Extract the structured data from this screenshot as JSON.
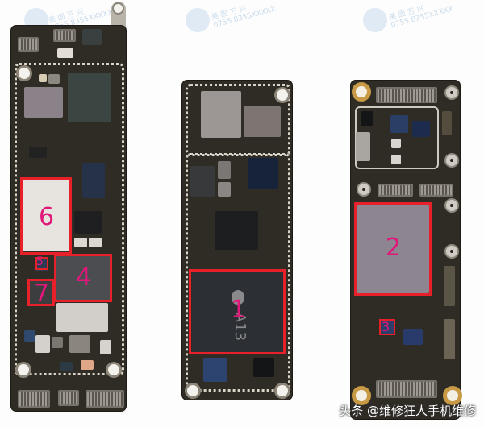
{
  "image": {
    "description": "Three iPhone logic board layers (photo) with red annotation boxes and numeric labels",
    "background_color": "#fdfdfd",
    "annotation_color": "#e8202a",
    "label_color": "#e0187a"
  },
  "watermarks": [
    {
      "text_line1": "美 固 万 兴",
      "text_line2": "0755 8355XXXXX",
      "position": "top-left"
    },
    {
      "text_line1": "美 固 万 兴",
      "text_line2": "0755 8355XXXXX",
      "position": "top-center"
    },
    {
      "text_line1": "美 固 万 兴",
      "text_line2": "0755 8355XXXXX",
      "position": "top-right"
    }
  ],
  "boards": {
    "left": {
      "annotations": [
        {
          "label": "6"
        },
        {
          "label": "4"
        },
        {
          "label": "5"
        },
        {
          "label": "7"
        }
      ]
    },
    "middle": {
      "chip_marking": "A13",
      "annotations": [
        {
          "label": "1"
        }
      ]
    },
    "right": {
      "annotations": [
        {
          "label": "2"
        },
        {
          "label": "3"
        }
      ]
    }
  },
  "caption": "头条 @维修狂人手机维修"
}
